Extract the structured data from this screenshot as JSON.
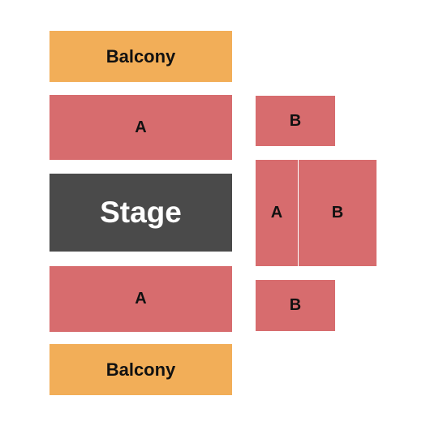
{
  "colors": {
    "balcony": "#f2ae58",
    "section": "#d76c6e",
    "stage": "#4a4a4a",
    "stage_text": "#ffffff",
    "label_text": "#111111"
  },
  "sections": {
    "balcony_top": {
      "label": "Balcony"
    },
    "a_top": {
      "label": "A"
    },
    "stage": {
      "label": "Stage"
    },
    "a_bottom": {
      "label": "A"
    },
    "balcony_bottom": {
      "label": "Balcony"
    },
    "b_top": {
      "label": "B"
    },
    "a_side": {
      "label": "A"
    },
    "b_side": {
      "label": "B"
    },
    "b_bottom": {
      "label": "B"
    }
  }
}
